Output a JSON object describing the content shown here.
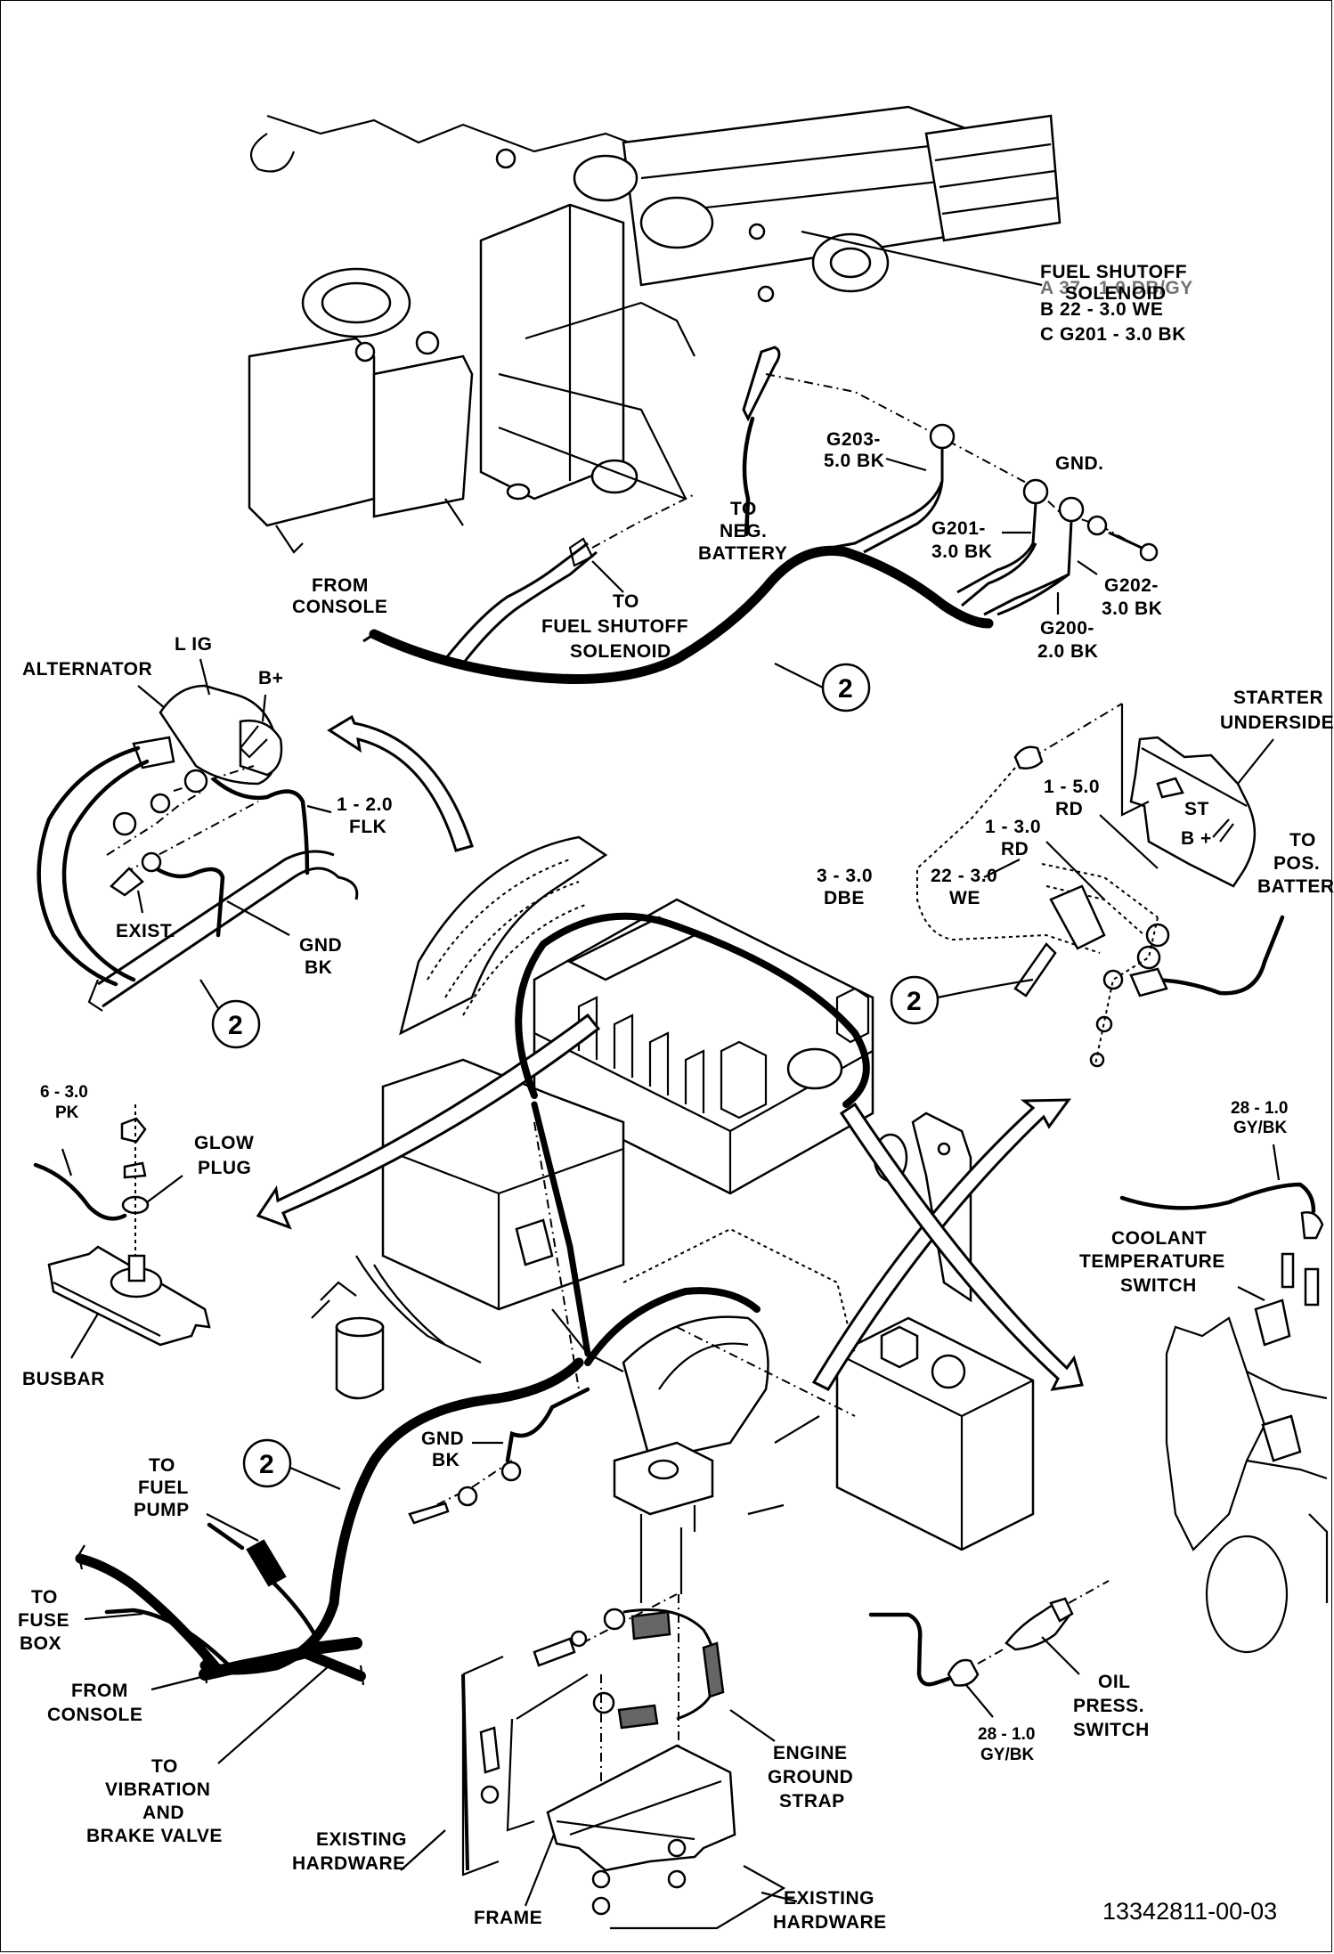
{
  "figure_id": "13342811-00-03",
  "callout_number": "2",
  "top_section": {
    "fuel_shutoff_solenoid": {
      "title_line1": "FUEL SHUTOFF",
      "title_line2": "SOLENOID",
      "wire_a": "A  37 - 1.0 DB/GY",
      "wire_b": "B  22 - 3.0 WE",
      "wire_c": "C   G201 - 3.0 BK"
    },
    "gnd_label": "GND.",
    "g203": [
      "G203-",
      "5.0 BK"
    ],
    "g201": [
      "G201-",
      "3.0 BK"
    ],
    "g202": [
      "G202-",
      "3.0 BK"
    ],
    "g200": [
      "G200-",
      "2.0 BK"
    ],
    "to_neg_battery": [
      "TO",
      "NEG.",
      "BATTERY"
    ],
    "from_console": [
      "FROM",
      "CONSOLE"
    ],
    "to_fuel_shutoff": [
      "TO",
      "FUEL SHUTOFF",
      "SOLENOID"
    ]
  },
  "alternator_section": {
    "title": "ALTERNATOR",
    "terminal_l_ig": "L IG",
    "terminal_b_plus": "B+",
    "wire_1": [
      "1 - 2.0",
      "FLK"
    ],
    "exist": "EXIST.",
    "gnd": [
      "GND",
      "BK"
    ]
  },
  "starter_section": {
    "title": [
      "STARTER",
      "UNDERSIDE"
    ],
    "terminal_st": "ST",
    "terminal_b_plus": "B +",
    "wire_1_5": [
      "1 - 5.0",
      "RD"
    ],
    "wire_1_3": [
      "1 - 3.0",
      "RD"
    ],
    "wire_3": [
      "3 - 3.0",
      "DBE"
    ],
    "wire_22": [
      "22 - 3.0",
      "WE"
    ],
    "to_pos_battery": [
      "TO",
      "POS.",
      "BATTERY"
    ]
  },
  "glow_plug_section": {
    "wire": [
      "6 - 3.0",
      "PK"
    ],
    "title": [
      "GLOW",
      "PLUG"
    ],
    "busbar": "BUSBAR"
  },
  "coolant_section": {
    "wire": [
      "28 - 1.0",
      "GY/BK"
    ],
    "title": [
      "COOLANT",
      "TEMPERATURE",
      "SWITCH"
    ]
  },
  "engine_center": {
    "gnd": [
      "GND",
      "BK"
    ]
  },
  "harness_section": {
    "to_fuel_pump": [
      "TO",
      "FUEL",
      "PUMP"
    ],
    "to_fuse_box": [
      "TO",
      "FUSE",
      "BOX"
    ],
    "from_console": [
      "FROM",
      "CONSOLE"
    ],
    "to_vibration": [
      "TO",
      "VIBRATION",
      "AND",
      "BRAKE VALVE"
    ]
  },
  "ground_strap_section": {
    "existing_hardware_left": [
      "EXISTING",
      "HARDWARE"
    ],
    "frame": "FRAME",
    "engine_ground_strap": [
      "ENGINE",
      "GROUND",
      "STRAP"
    ],
    "existing_hardware_right": [
      "EXISTING",
      "HARDWARE"
    ]
  },
  "oil_section": {
    "title": [
      "OIL",
      "PRESS.",
      "SWITCH"
    ],
    "wire": [
      "28 - 1.0",
      "GY/BK"
    ]
  }
}
